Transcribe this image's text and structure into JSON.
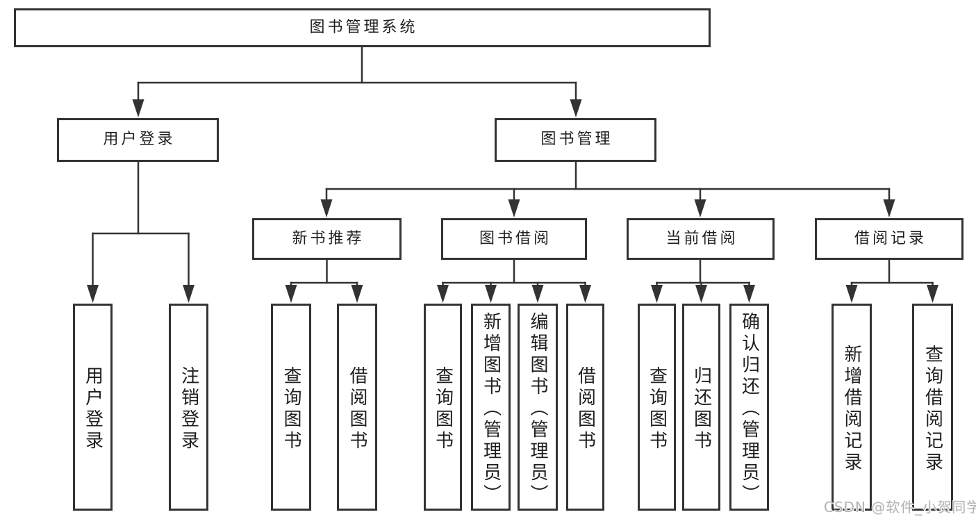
{
  "diagram": {
    "type": "hierarchy",
    "line_color": "#333333",
    "text_color": "#1f1f1f",
    "watermark_color": "#b4b4b8",
    "tree": {
      "root": {
        "label": "图书管理系统"
      },
      "branches": [
        {
          "label": "用户登录",
          "children": [
            "用户登录",
            "注销登录"
          ]
        },
        {
          "label": "图书管理",
          "children": [
            {
              "label": "新书推荐",
              "children": [
                "查询图书",
                "借阅图书"
              ]
            },
            {
              "label": "图书借阅",
              "children": [
                "查询图书",
                "新增图书（管理员）",
                "编辑图书（管理员）",
                "借阅图书"
              ]
            },
            {
              "label": "当前借阅",
              "children": [
                "查询图书",
                "归还图书",
                "确认归还（管理员）"
              ]
            },
            {
              "label": "借阅记录",
              "children": [
                "新增借阅记录",
                "查询借阅记录"
              ]
            }
          ]
        }
      ]
    }
  },
  "watermark": {
    "text": "CSDN @软件_小贺同学"
  }
}
